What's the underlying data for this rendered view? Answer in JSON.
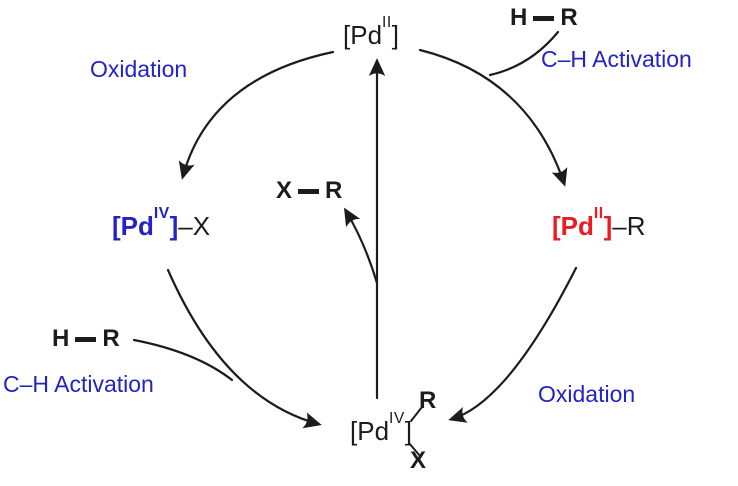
{
  "colors": {
    "ink": "#1c1c1c",
    "blue": "#2222c5",
    "red": "#ec1b23"
  },
  "complexes": {
    "pd2_top": {
      "open": "[Pd",
      "oxstate": "II",
      "close": "]"
    },
    "pd4_left": {
      "open": "[Pd",
      "oxstate": "IV",
      "close": "]",
      "bond": "–",
      "ligand": "X"
    },
    "pd2_right": {
      "open": "[Pd",
      "oxstate": "II",
      "close": "]",
      "bond": "–",
      "ligand": "R"
    },
    "pd4_bottom": {
      "open": "[Pd",
      "oxstate": "IV",
      "close": "]",
      "ligand_top": "R",
      "ligand_bottom": "X"
    }
  },
  "step_labels": {
    "oxidation_top_left": "Oxidation",
    "ch_activation_top_right": "C–H Activation",
    "oxidation_bottom_right": "Oxidation",
    "ch_activation_bottom_left": "C–H Activation"
  },
  "species": {
    "hr_top_right": {
      "left_atom": "H",
      "right_atom": "R"
    },
    "hr_mid_left": {
      "left_atom": "H",
      "right_atom": "R"
    },
    "xr_product": {
      "left_atom": "X",
      "right_atom": "R"
    }
  }
}
